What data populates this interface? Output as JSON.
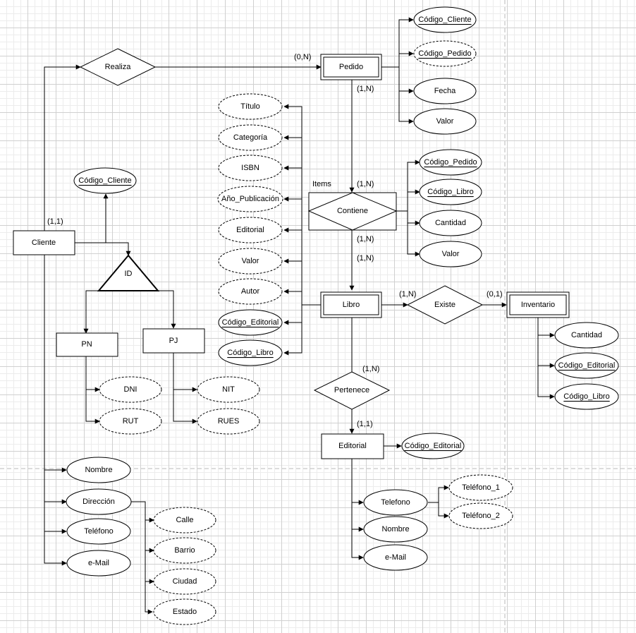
{
  "entities": {
    "cliente": "Cliente",
    "pedido": "Pedido",
    "libro": "Libro",
    "inventario": "Inventario",
    "editorial": "Editorial",
    "pn": "PN",
    "pj": "PJ"
  },
  "relationships": {
    "realiza": "Realiza",
    "contiene": "Contiene",
    "existe": "Existe",
    "pertenece": "Pertenece"
  },
  "specialization": "ID",
  "associative_label": "Items",
  "attributes": {
    "cliente": {
      "codigo_cliente": "Código_Cliente",
      "nombre": "Nombre",
      "direccion": "Dirección",
      "telefono": "Teléfono",
      "email": "e-Mail"
    },
    "direccion_parts": {
      "calle": "Calle",
      "barrio": "Barrio",
      "ciudad": "Ciudad",
      "estado": "Estado"
    },
    "pn": {
      "dni": "DNI",
      "rut": "RUT"
    },
    "pj": {
      "nit": "NIT",
      "rues": "RUES"
    },
    "pedido": {
      "codigo_cliente": "Código_Cliente",
      "codigo_pedido": "Código_Pedido",
      "fecha": "Fecha",
      "valor": "Valor"
    },
    "contiene": {
      "codigo_pedido": "Código_Pedido",
      "codigo_libro": "Código_Libro",
      "cantidad": "Cantidad",
      "valor": "Valor"
    },
    "libro": {
      "titulo": "Título",
      "categoria": "Categoría",
      "isbn": "ISBN",
      "anio_publicacion": "Año_Publicación",
      "editorial": "Editorial",
      "valor": "Valor",
      "autor": "Autor",
      "codigo_editorial": "Código_Editorial",
      "codigo_libro": "Código_Libro"
    },
    "inventario": {
      "cantidad": "Cantidad",
      "codigo_editorial": "Código_Editorial",
      "codigo_libro": "Código_Libro"
    },
    "editorial": {
      "codigo_editorial": "Código_Editorial",
      "telefono": "Telefono",
      "nombre": "Nombre",
      "email": "e-Mail"
    },
    "telefono_parts": {
      "telefono_1": "Teléfono_1",
      "telefono_2": "Teléfono_2"
    }
  },
  "cardinalities": {
    "cliente_realiza": "(1,1)",
    "realiza_pedido": "(0,N)",
    "pedido_contiene": "(1,N)",
    "contiene_top": "(1,N)",
    "contiene_bottom": "(1,N)",
    "libro_top": "(1,N)",
    "libro_existe": "(1,N)",
    "existe_inventario": "(0,1)",
    "libro_pertenece": "(1,N)",
    "pertenece_editorial": "(1,1)"
  }
}
